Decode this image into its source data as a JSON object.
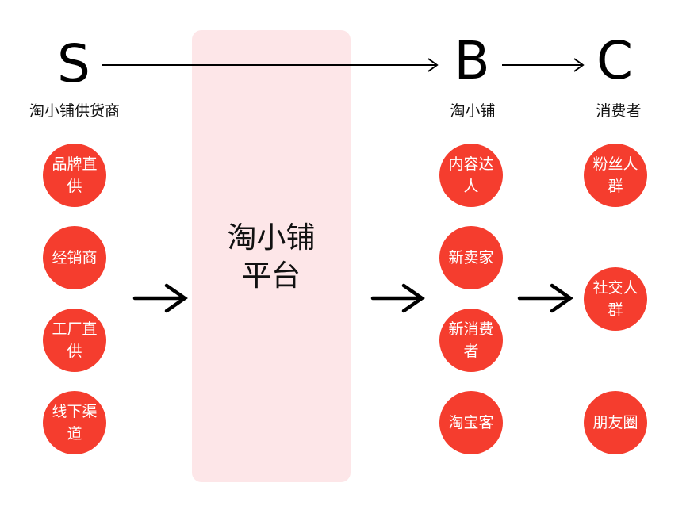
{
  "headers": {
    "s": {
      "letter": "S",
      "label": "淘小铺供货商"
    },
    "b": {
      "letter": "B",
      "label": "淘小铺"
    },
    "c": {
      "letter": "C",
      "label": "消费者"
    }
  },
  "platform": {
    "line1": "淘小铺",
    "line2": "平台"
  },
  "suppliers": [
    "品牌直供",
    "经销商",
    "工厂直供",
    "线下渠道"
  ],
  "b_nodes": [
    "内容达人",
    "新卖家",
    "新消费者",
    "淘宝客"
  ],
  "c_nodes": [
    "粉丝人群",
    "社交人群",
    "朋友圈"
  ],
  "colors": {
    "node": "#f53d2e",
    "platform_bg": "#fde6e8",
    "arrow": "#000000"
  }
}
